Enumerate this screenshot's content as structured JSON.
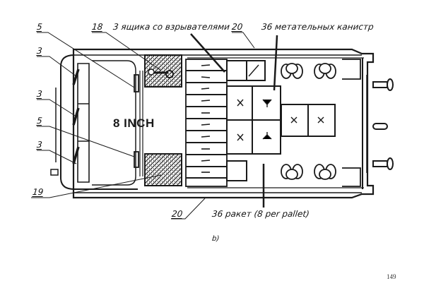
{
  "figure": {
    "type": "vehicle-top-view-stowage-diagram",
    "center_label": "8 INCH",
    "subfigure_label": "b)",
    "page_number": "149"
  },
  "callouts": {
    "top": [
      {
        "id": "c5_top",
        "number": "5"
      },
      {
        "id": "c18",
        "number": "18",
        "text": "3 ящика со взрывателями"
      },
      {
        "id": "c20_top",
        "number": "20"
      },
      {
        "id": "c36_canisters",
        "text": "36 метательных канистр"
      }
    ],
    "left": [
      {
        "id": "c3_a",
        "number": "3"
      },
      {
        "id": "c3_b",
        "number": "3"
      },
      {
        "id": "c5_mid",
        "number": "5"
      },
      {
        "id": "c3_c",
        "number": "3"
      },
      {
        "id": "c19",
        "number": "19"
      }
    ],
    "bottom": [
      {
        "id": "c20_bottom",
        "number": "20"
      },
      {
        "id": "c36_rockets",
        "text": "36 ракет (8 per pallet)"
      }
    ]
  },
  "colors": {
    "line": "#1a1a1a",
    "background": "#ffffff",
    "hatch": "#2a2a2a"
  }
}
